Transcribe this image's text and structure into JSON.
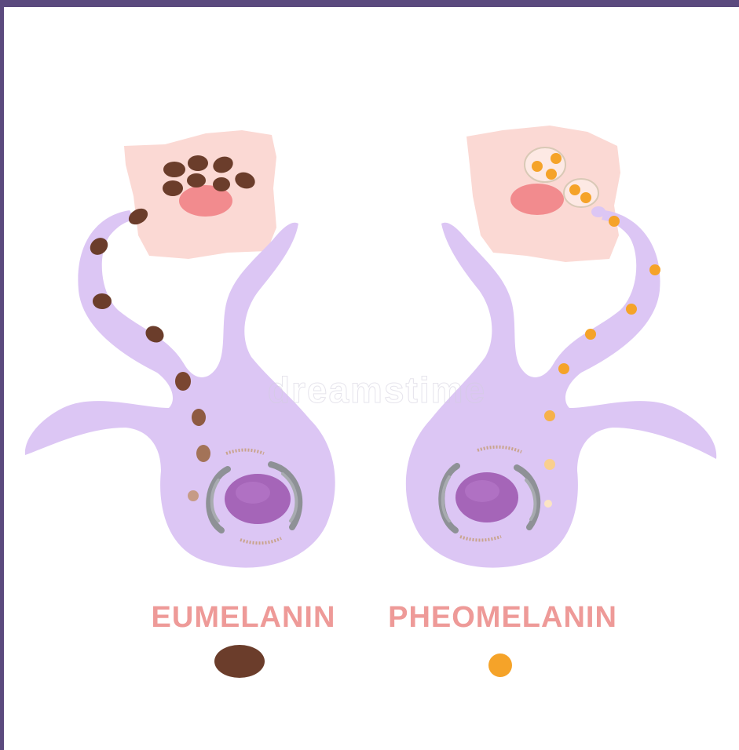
{
  "labels": {
    "left": "EUMELANIN",
    "right": "PHEOMELANIN"
  },
  "watermark": "dreamstime",
  "colors": {
    "frame": "#5b4a7e",
    "melanocyte": "#dcc6f4",
    "keratinocyte": "#fbd9d4",
    "keratinocyte_nucleus": "#f28b8e",
    "melanocyte_nucleus": "#a565b8",
    "golgi": "#8e9196",
    "eumelanin": "#6b3d2b",
    "pheomelanin": "#f5a329",
    "label": "#ee9a98"
  },
  "icons": [
    "eumelanin-granule-icon",
    "pheomelanin-granule-icon"
  ]
}
